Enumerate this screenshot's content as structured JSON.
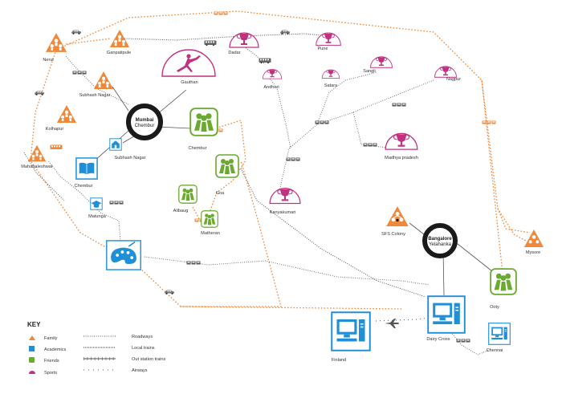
{
  "colors": {
    "family": "#f0883a",
    "academics": "#1f8fd8",
    "friends": "#6aaa2e",
    "sports": "#c2317f",
    "road": "#555555",
    "hub": "#1a1a1a"
  },
  "hubs": {
    "mumbai": {
      "name": "Mumbai",
      "sub": "Chembur"
    },
    "bangalore": {
      "name": "Bangalore",
      "sub": "Yelahanka"
    }
  },
  "family": [
    {
      "id": "nerul",
      "label": "Nerul",
      "icon": "family-triangle-icon"
    },
    {
      "id": "ganpatipule",
      "label": "Ganpatipule",
      "icon": "family-triangle-icon"
    },
    {
      "id": "subhash-nagar-family",
      "label": "Subhash Nagar",
      "icon": "family-triangle-icon"
    },
    {
      "id": "kolhapur",
      "label": "Kolhapur",
      "icon": "family-triangle-icon"
    },
    {
      "id": "mahabaleshwar",
      "label": "Mahabaleshwar",
      "icon": "family-triangle-icon"
    },
    {
      "id": "sfs-colony",
      "label": "SFS Colony",
      "icon": "family-triangle-icon"
    },
    {
      "id": "mysore",
      "label": "Mysore",
      "icon": "family-triangle-icon"
    }
  ],
  "academics": [
    {
      "id": "subhash-nagar-school",
      "label": "Subhash Nagar",
      "icon": "school-building-icon"
    },
    {
      "id": "chembur-academics",
      "label": "Chembur",
      "icon": "book-icon"
    },
    {
      "id": "matunga",
      "label": "Matunga",
      "icon": "graduation-cap-icon"
    },
    {
      "id": "palette",
      "label": "",
      "icon": "paint-palette-icon"
    },
    {
      "id": "finland",
      "label": "Finland",
      "icon": "computer-icon"
    },
    {
      "id": "dairy-cross",
      "label": "Dairy Cross",
      "icon": "computer-icon"
    },
    {
      "id": "chennai",
      "label": "Chennai",
      "icon": "computer-icon"
    }
  ],
  "friends": [
    {
      "id": "chembur-friends",
      "label": "Chembur",
      "icon": "friends-group-icon"
    },
    {
      "id": "goa",
      "label": "Goa",
      "icon": "friends-group-icon"
    },
    {
      "id": "alibaug",
      "label": "Alibaug",
      "icon": "friends-group-icon"
    },
    {
      "id": "matheran",
      "label": "Matheran",
      "icon": "friends-group-icon"
    },
    {
      "id": "ooty",
      "label": "Ooty",
      "icon": "friends-group-icon"
    }
  ],
  "sports": [
    {
      "id": "gauthan",
      "label": "Gauthan",
      "icon": "dancer-icon"
    },
    {
      "id": "dadar",
      "label": "Dadar",
      "icon": "trophy-icon"
    },
    {
      "id": "pune",
      "label": "Pune",
      "icon": "trophy-icon"
    },
    {
      "id": "andheri",
      "label": "Andheri",
      "icon": "trophy-icon"
    },
    {
      "id": "sangli",
      "label": "Sangli",
      "icon": "trophy-icon"
    },
    {
      "id": "satara",
      "label": "Satara",
      "icon": "trophy-icon"
    },
    {
      "id": "nagpur",
      "label": "Nagpur",
      "icon": "trophy-icon"
    },
    {
      "id": "madhya-pradesh",
      "label": "Madhya pradesh",
      "icon": "trophy-icon"
    },
    {
      "id": "kanyakumari",
      "label": "Kanyakumari",
      "icon": "trophy-icon"
    }
  ],
  "key": {
    "title": "KEY",
    "categories": [
      "Family",
      "Academics",
      "Friends",
      "Sports"
    ],
    "routes": [
      "Roadways",
      "Local trains",
      "Out station trains",
      "Airways"
    ]
  }
}
